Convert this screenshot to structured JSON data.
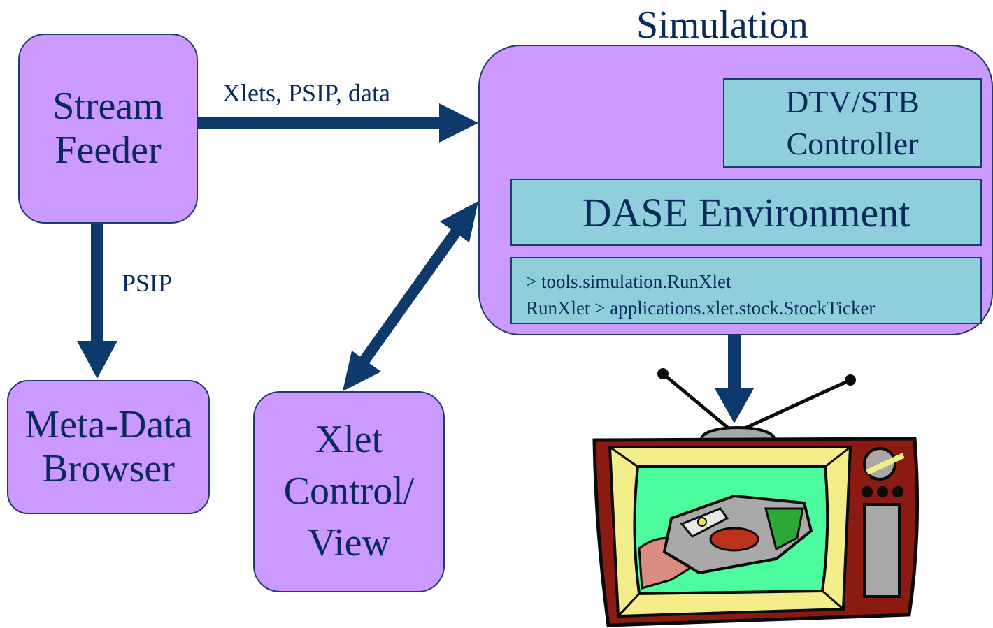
{
  "simulation": {
    "title": "Simulation",
    "dtv_stb": {
      "line1": "DTV/STB",
      "line2": "Controller"
    },
    "dase": "DASE Environment",
    "console": {
      "line1": "> tools.simulation.RunXlet",
      "line2": "RunXlet > applications.xlet.stock.StockTicker"
    },
    "remote_icon": "remote-control-icon"
  },
  "stream_feeder": {
    "line1": "Stream",
    "line2": "Feeder"
  },
  "metadata_browser": {
    "line1": "Meta-Data",
    "line2": "Browser"
  },
  "xlet_control": {
    "line1": "Xlet",
    "line2": "Control/",
    "line3": "View"
  },
  "arrows": {
    "feeder_to_sim": "Xlets, PSIP, data",
    "feeder_to_browser": "PSIP"
  },
  "tv_icon": "television-icon",
  "colors": {
    "box_fill": "#cc99ff",
    "inner_fill": "#8ecfdb",
    "text": "#0b2a5c",
    "arrow": "#0e3a6b"
  }
}
